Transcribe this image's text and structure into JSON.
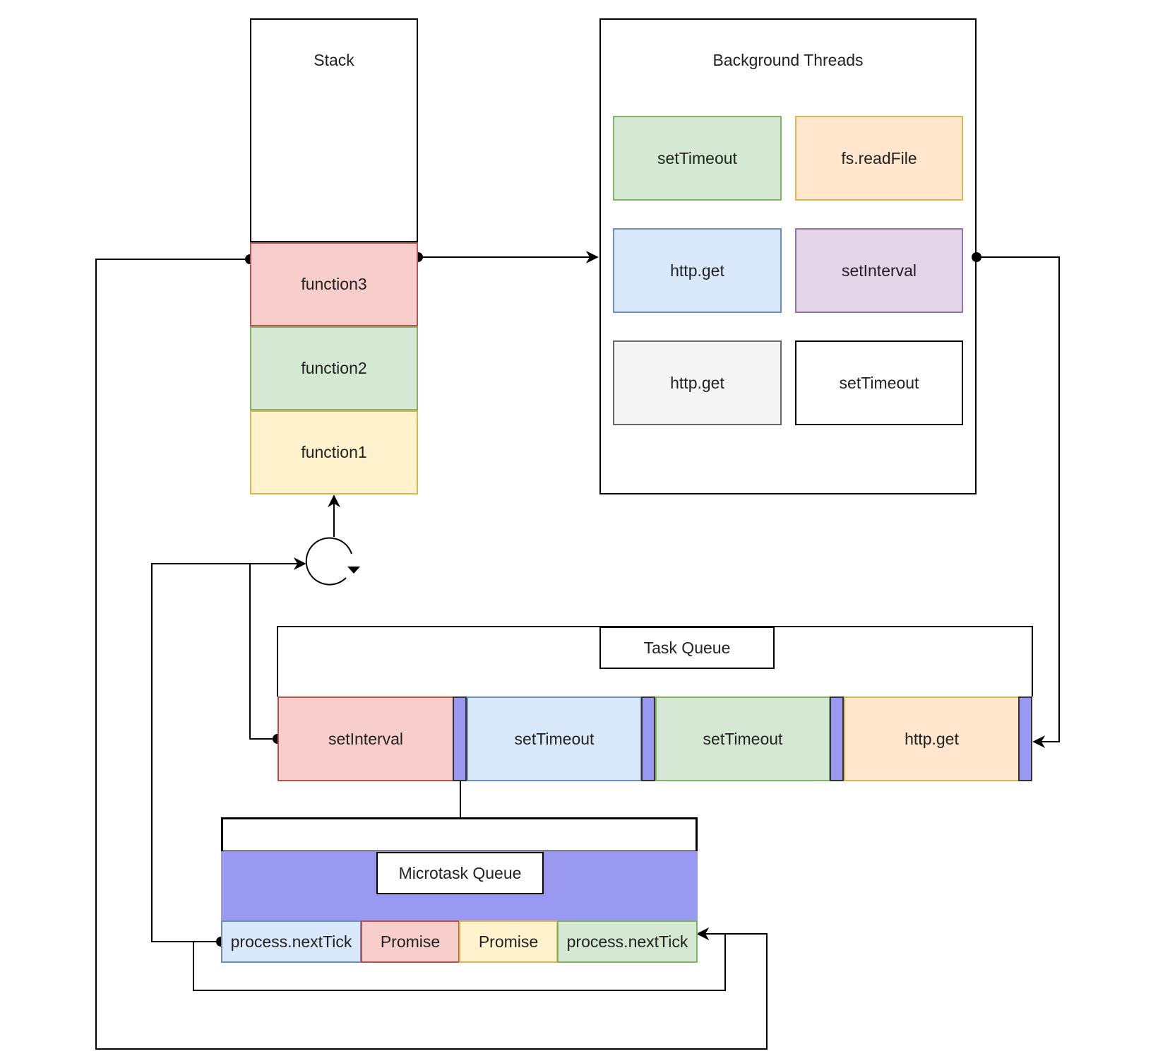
{
  "colors": {
    "red": "#f8cecc",
    "red_border": "#b85450",
    "green": "#d5e8d4",
    "green_border": "#82b366",
    "yellow": "#fff2cc",
    "yellow_border": "#d6b656",
    "orange": "#ffe6cc",
    "orange_border": "#d79b00",
    "blue": "#dae8fc",
    "blue_border": "#6c8ebf",
    "purple": "#e1d5e7",
    "purple_border": "#9673a6",
    "gray": "#f5f5f5",
    "gray_border": "#666666",
    "microtask_bar": "#9a99f2",
    "line": "#000000"
  },
  "stack": {
    "title": "Stack",
    "frames": [
      "function3",
      "function2",
      "function1"
    ]
  },
  "background_threads": {
    "title": "Background Threads",
    "items": [
      "setTimeout",
      "fs.readFile",
      "http.get",
      "setInterval",
      "http.get",
      "setTimeout"
    ]
  },
  "event_loop": {
    "icon": "refresh-cycle-icon"
  },
  "task_queue": {
    "title": "Task Queue",
    "items": [
      "setInterval",
      "setTimeout",
      "setTimeout",
      "http.get"
    ]
  },
  "microtask_queue": {
    "title": "Microtask Queue",
    "items": [
      "process.nextTick",
      "Promise",
      "Promise",
      "process.nextTick"
    ]
  }
}
